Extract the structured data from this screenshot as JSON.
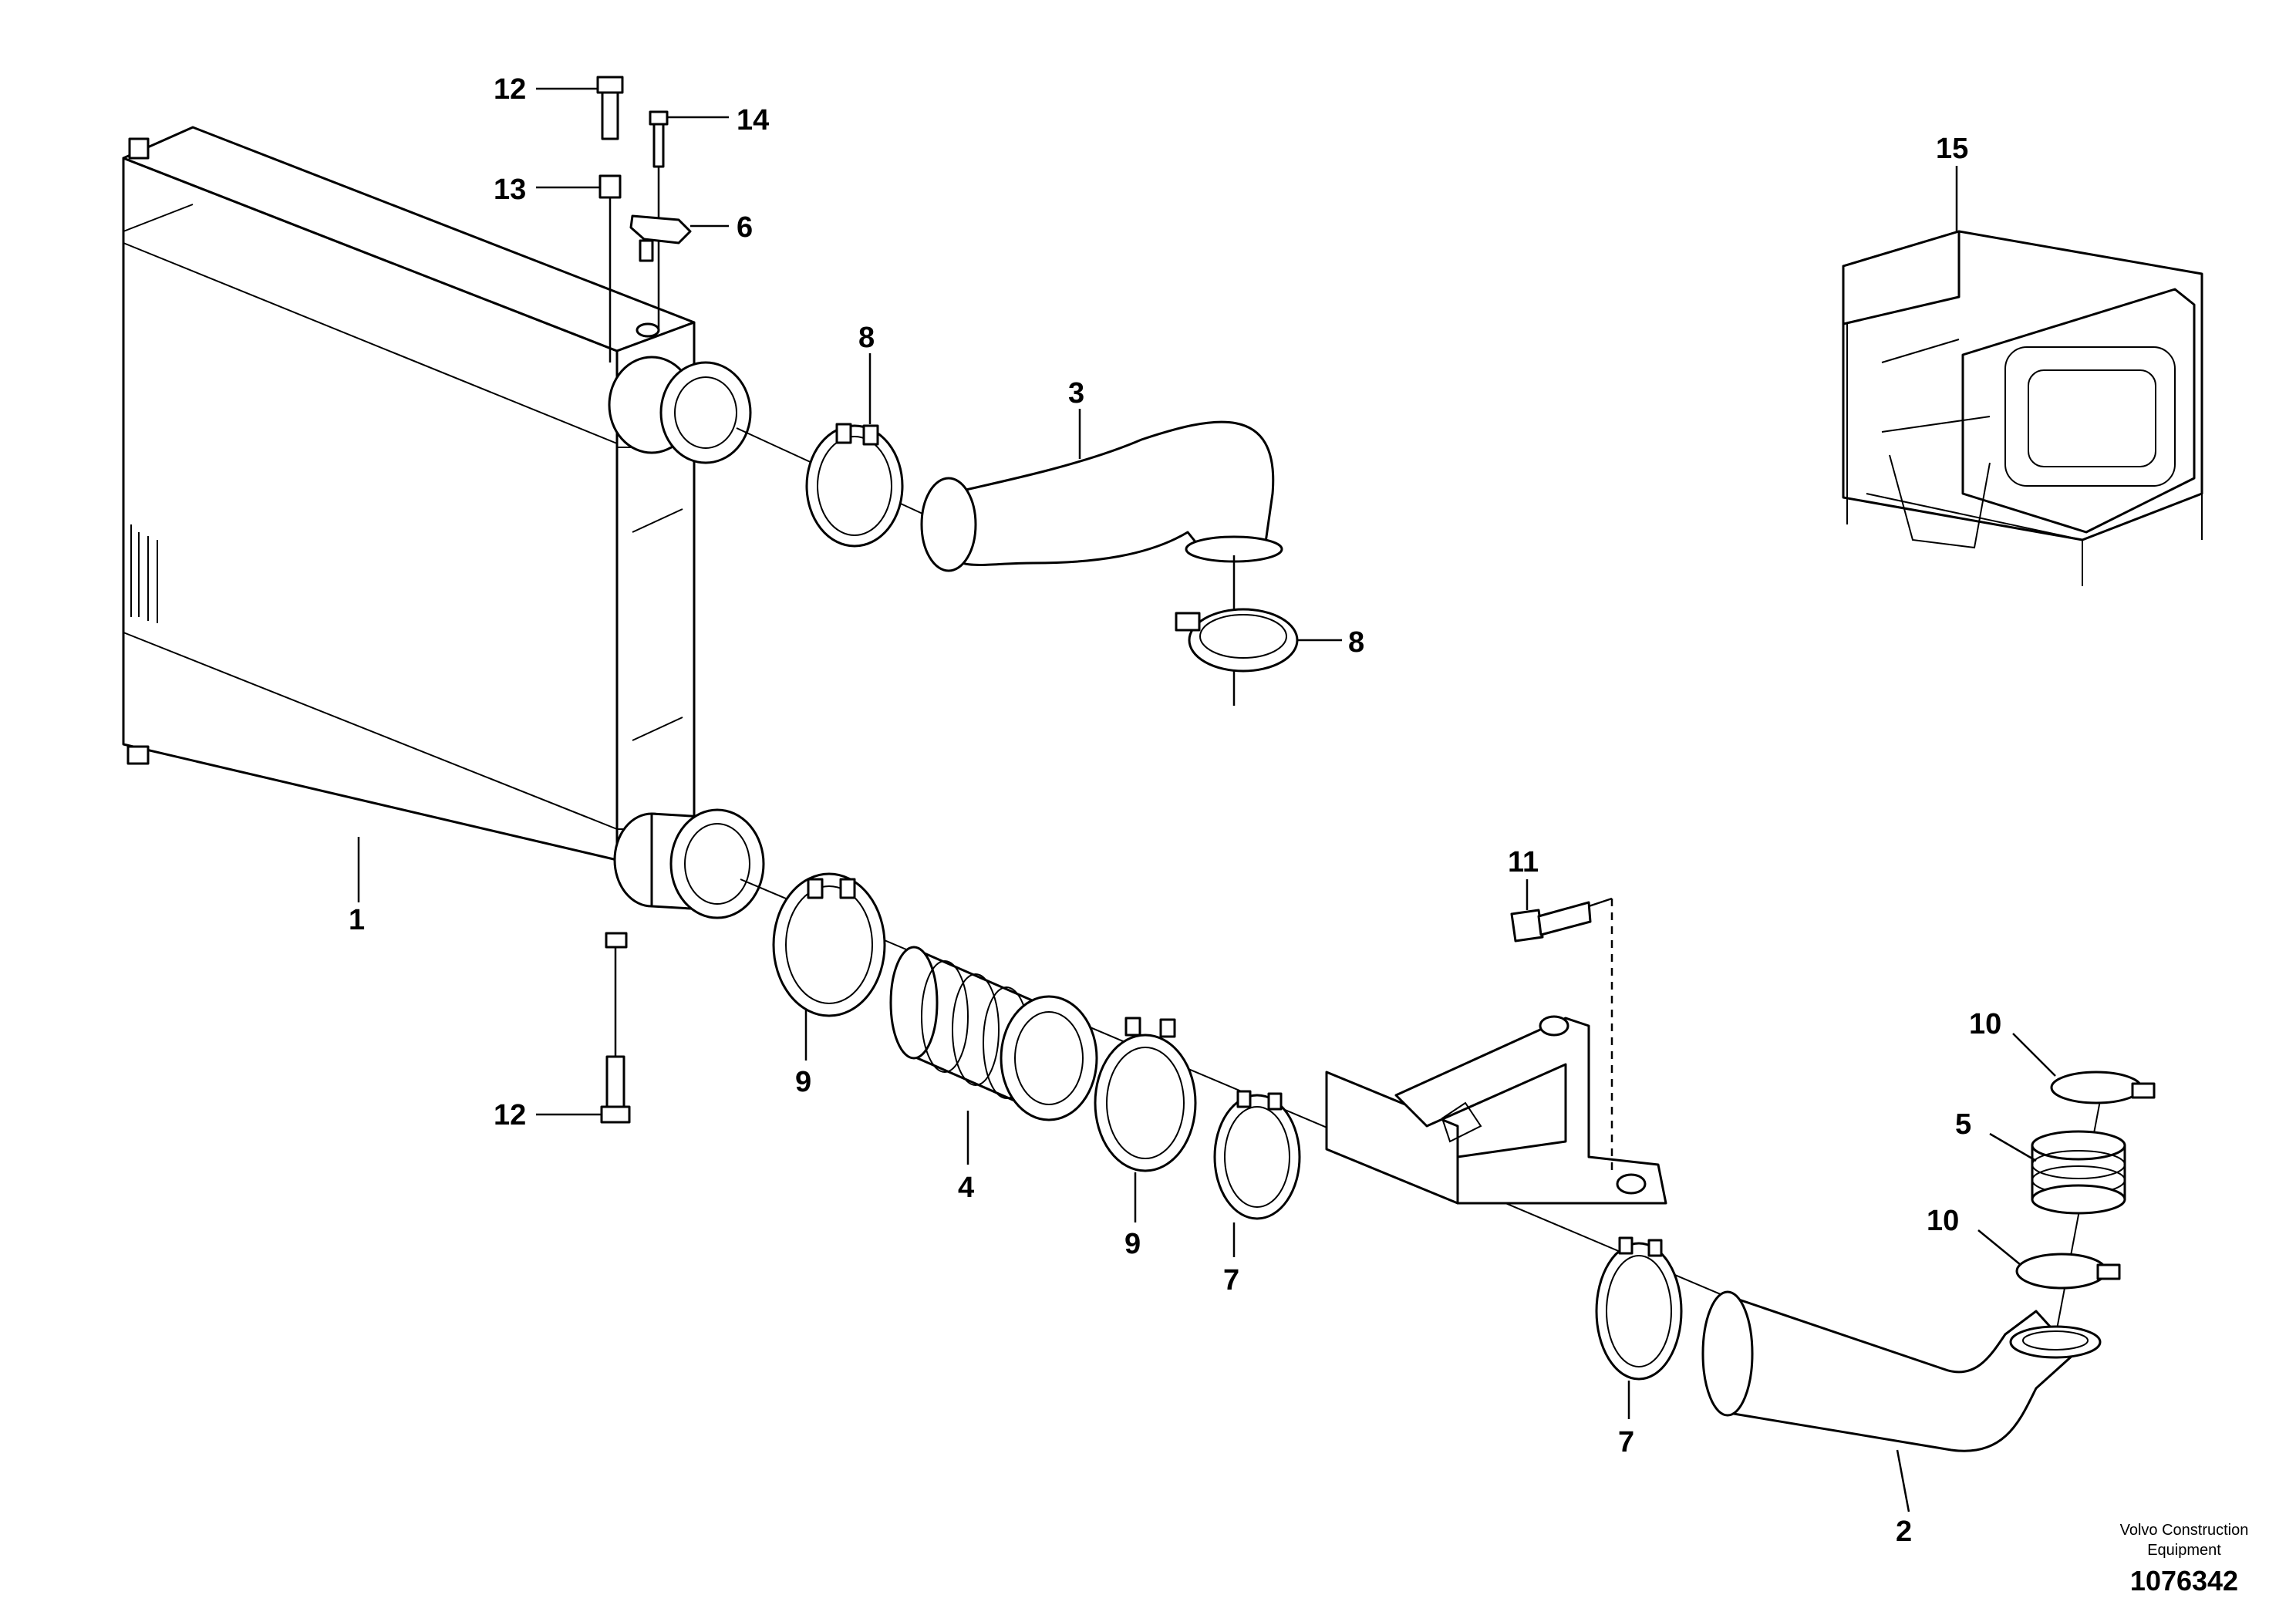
{
  "diagram": {
    "callouts": [
      "1",
      "2",
      "3",
      "4",
      "5",
      "6",
      "7",
      "7",
      "8",
      "8",
      "9",
      "9",
      "10",
      "10",
      "11",
      "12",
      "12",
      "13",
      "14",
      "15"
    ],
    "brand_line1": "Volvo Construction",
    "brand_line2": "Equipment",
    "document_number": "1076342"
  }
}
